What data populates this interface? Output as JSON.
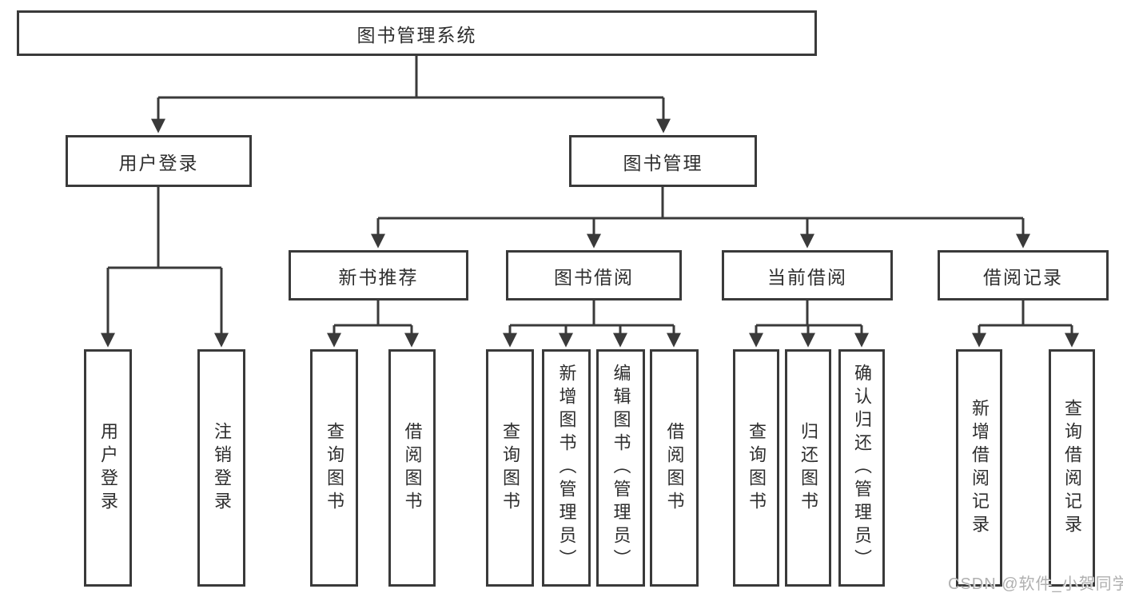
{
  "colors": {
    "line": "#3a3a3a",
    "text": "#2e2e2e",
    "watermark": "#b0b0b0"
  },
  "watermark": "CSDN @软件_小贺同学",
  "diagram": {
    "root": "图书管理系统",
    "user_login": "用户登录",
    "book_mgmt": "图书管理",
    "user_login_children": [
      "用户登录",
      "注销登录"
    ],
    "book_mgmt_children": [
      "新书推荐",
      "图书借阅",
      "当前借阅",
      "借阅记录"
    ],
    "new_book_rec_children": [
      "查询图书",
      "借阅图书"
    ],
    "book_borrow_children": [
      "查询图书",
      "新增图书（管理员）",
      "编辑图书（管理员）",
      "借阅图书"
    ],
    "current_borrow_children": [
      "查询图书",
      "归还图书",
      "确认归还（管理员）"
    ],
    "borrow_record_children": [
      "新增借阅记录",
      "查询借阅记录"
    ]
  }
}
